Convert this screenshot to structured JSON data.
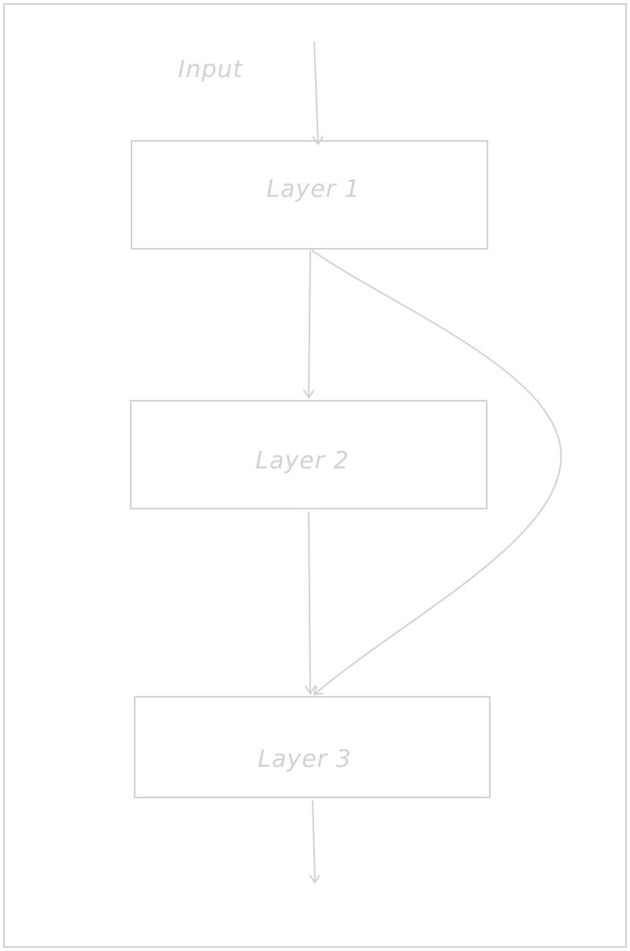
{
  "diagram": {
    "input_label": "Input",
    "layers": [
      {
        "label": "Layer 1"
      },
      {
        "label": "Layer 2"
      },
      {
        "label": "Layer 3"
      }
    ]
  },
  "colors": {
    "stroke": "#d2d2d2",
    "text": "#d2d2d2",
    "background": "#ffffff"
  }
}
